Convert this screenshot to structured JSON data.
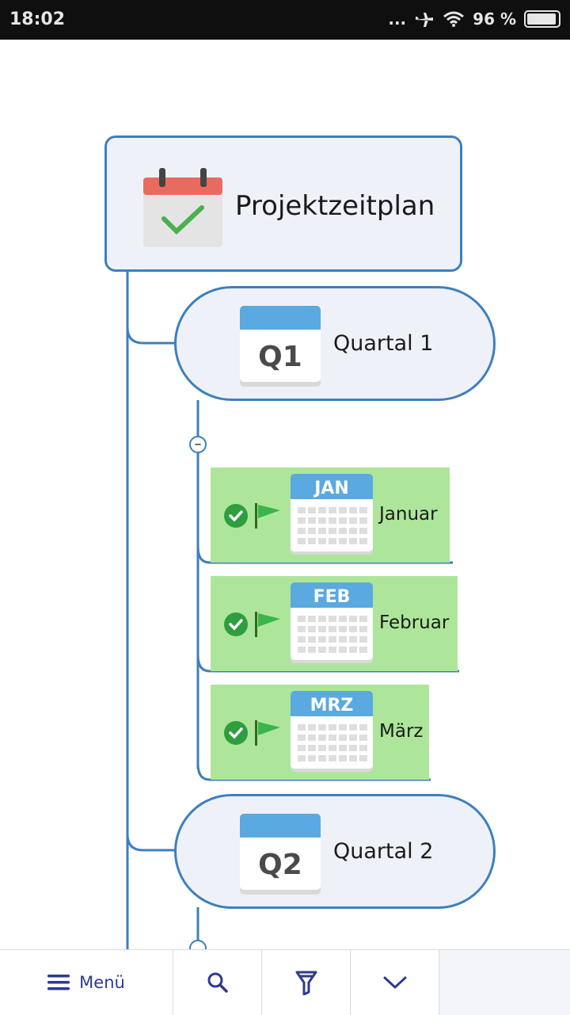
{
  "status_bar": {
    "time": "18:02",
    "dots": "...",
    "battery": "96 %"
  },
  "root": {
    "title": "Projektzeitplan",
    "icon": "calendar-check-icon"
  },
  "quarters": [
    {
      "label": "Quartal 1",
      "badge": "Q1"
    },
    {
      "label": "Quartal 2",
      "badge": "Q2"
    }
  ],
  "months": [
    {
      "label": "Januar",
      "badge": "JAN"
    },
    {
      "label": "Februar",
      "badge": "FEB"
    },
    {
      "label": "März",
      "badge": "MRZ"
    }
  ],
  "toolbar": {
    "menu_label": "Menü",
    "search_icon": "search-icon",
    "filter_icon": "filter-icon",
    "more_icon": "chevron-down-icon"
  },
  "colors": {
    "line": "#3d7fbf",
    "node_bg": "#eef2f8",
    "month_bg": "#ade69a",
    "calendar_header": "#5aa9e0",
    "toolbar_icon": "#2f3a8f"
  }
}
